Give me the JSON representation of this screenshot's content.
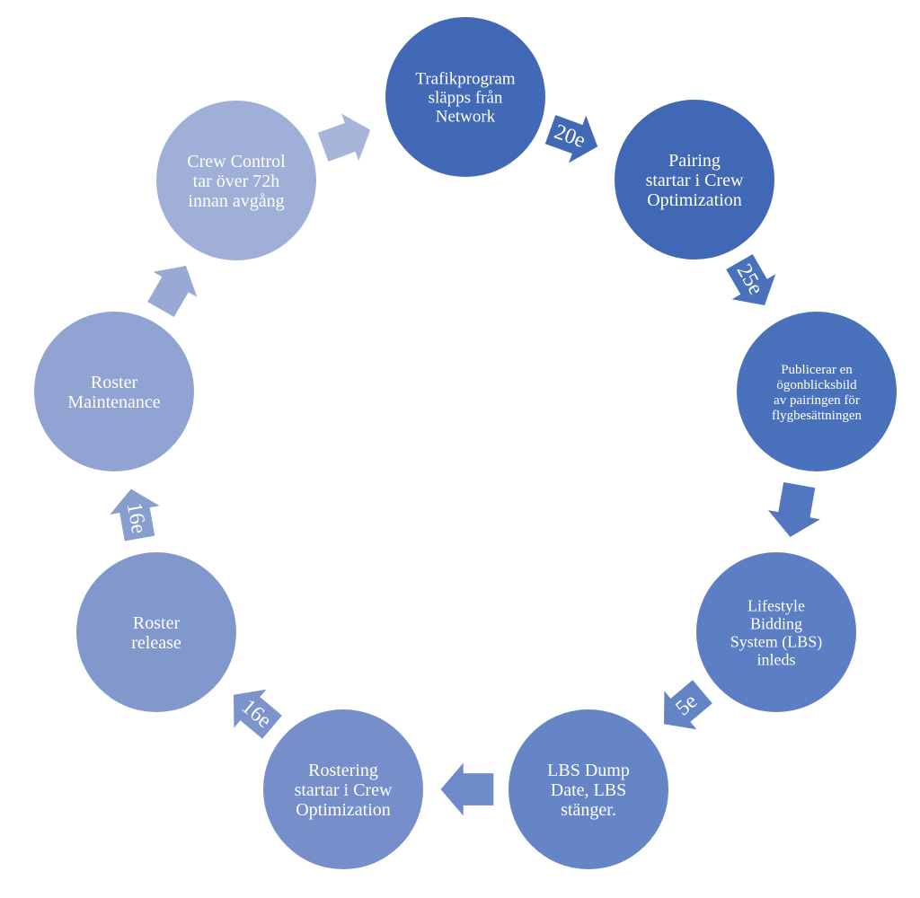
{
  "diagram": {
    "nodes": [
      {
        "id": "trafikprogram",
        "lines": [
          "Trafikprogram",
          "släpps från",
          "Network"
        ],
        "color": "#4169b5"
      },
      {
        "id": "pairing",
        "lines": [
          "Pairing",
          "startar i Crew",
          "Optimization"
        ],
        "color": "#4168b5"
      },
      {
        "id": "publicerar",
        "lines": [
          "Publicerar en",
          "ögonblicksbild",
          "av pairingen för",
          "flygbesättningen"
        ],
        "color": "#4a72bc"
      },
      {
        "id": "lbs-inleds",
        "lines": [
          "Lifestyle",
          "Bidding",
          "System (LBS)",
          "inleds"
        ],
        "color": "#5c7ec3"
      },
      {
        "id": "lbs-dump",
        "lines": [
          "LBS Dump",
          "Date, LBS",
          "stänger."
        ],
        "color": "#6685c6"
      },
      {
        "id": "rostering",
        "lines": [
          "Rostering",
          "startar i Crew",
          "Optimization"
        ],
        "color": "#768fca"
      },
      {
        "id": "roster-release",
        "lines": [
          "Roster",
          "release"
        ],
        "color": "#8198cd"
      },
      {
        "id": "roster-maintenance",
        "lines": [
          "Roster",
          "Maintenance"
        ],
        "color": "#90a3d2"
      },
      {
        "id": "crew-control",
        "lines": [
          "Crew Control",
          "tar över 72h",
          "innan avgång"
        ],
        "color": "#9fafd7"
      }
    ],
    "arrows": [
      {
        "id": "arrow-trafik-pairing",
        "label": "20e",
        "color": "#4169b5"
      },
      {
        "id": "arrow-pairing-publicerar",
        "label": "25e",
        "color": "#4a72bc"
      },
      {
        "id": "arrow-publicerar-lbs",
        "label": "",
        "color": "#5276bf"
      },
      {
        "id": "arrow-lbs-dump",
        "label": "5e",
        "color": "#6384c5"
      },
      {
        "id": "arrow-dump-rostering",
        "label": "",
        "color": "#6f8ac8"
      },
      {
        "id": "arrow-rostering-release",
        "label": "16e",
        "color": "#7c93cb"
      },
      {
        "id": "arrow-release-maintenance",
        "label": "16e",
        "color": "#889ecf"
      },
      {
        "id": "arrow-maintenance-crew",
        "label": "",
        "color": "#97a9d4"
      },
      {
        "id": "arrow-crew-trafik",
        "label": "",
        "color": "#a6b5d9"
      }
    ]
  }
}
